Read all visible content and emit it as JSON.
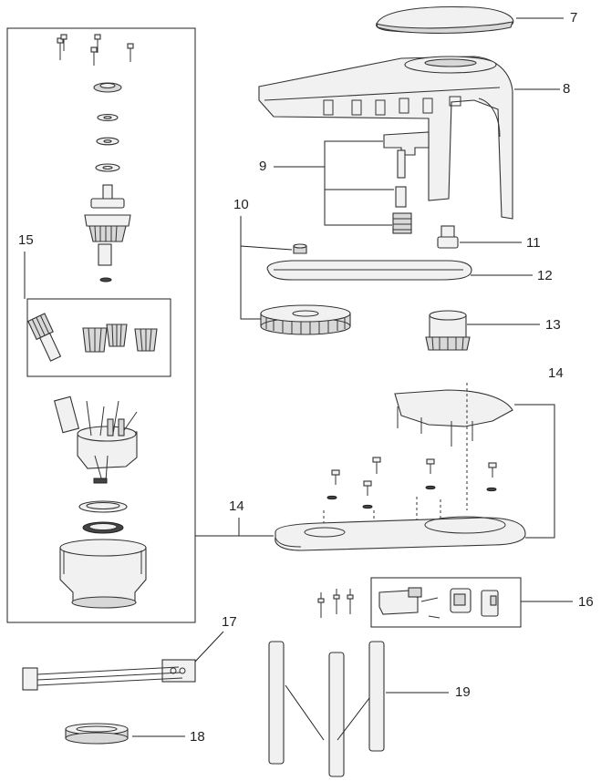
{
  "callouts": {
    "c7": "7",
    "c8": "8",
    "c9": "9",
    "c10": "10",
    "c11": "11",
    "c12": "12",
    "c13": "13",
    "c14_right": "14",
    "c14_left": "14",
    "c15": "15",
    "c16": "16",
    "c17": "17",
    "c18": "18",
    "c19": "19"
  }
}
